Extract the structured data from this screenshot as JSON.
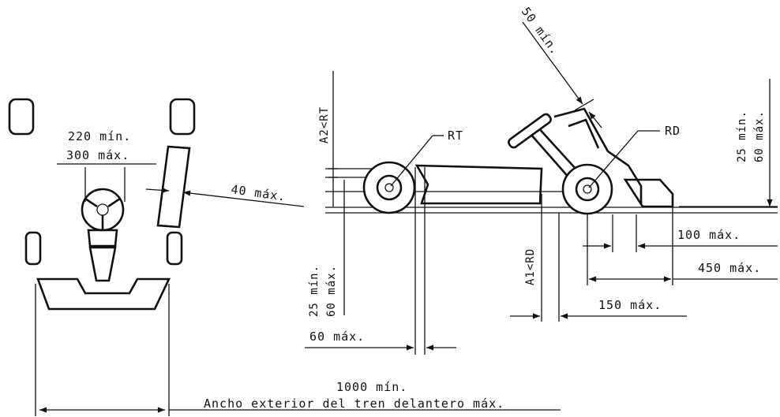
{
  "labels": {
    "rt": "RT",
    "rd": "RD",
    "a2": "A2<RT",
    "a1": "A1<RD",
    "min50": "50 mín.",
    "min220": "220 mín.",
    "max300": "300 máx.",
    "max40": "40 máx.",
    "left_min25": "25 mín.",
    "left_max60": "60 máx.",
    "right_min25": "25 mín.",
    "right_max60": "60 máx.",
    "max100": "100 máx.",
    "max450": "450 máx.",
    "max150": "150 máx.",
    "max60b": "60 máx.",
    "min1000": "1000 mín.",
    "caption": "Ancho exterior del tren delantero máx."
  }
}
